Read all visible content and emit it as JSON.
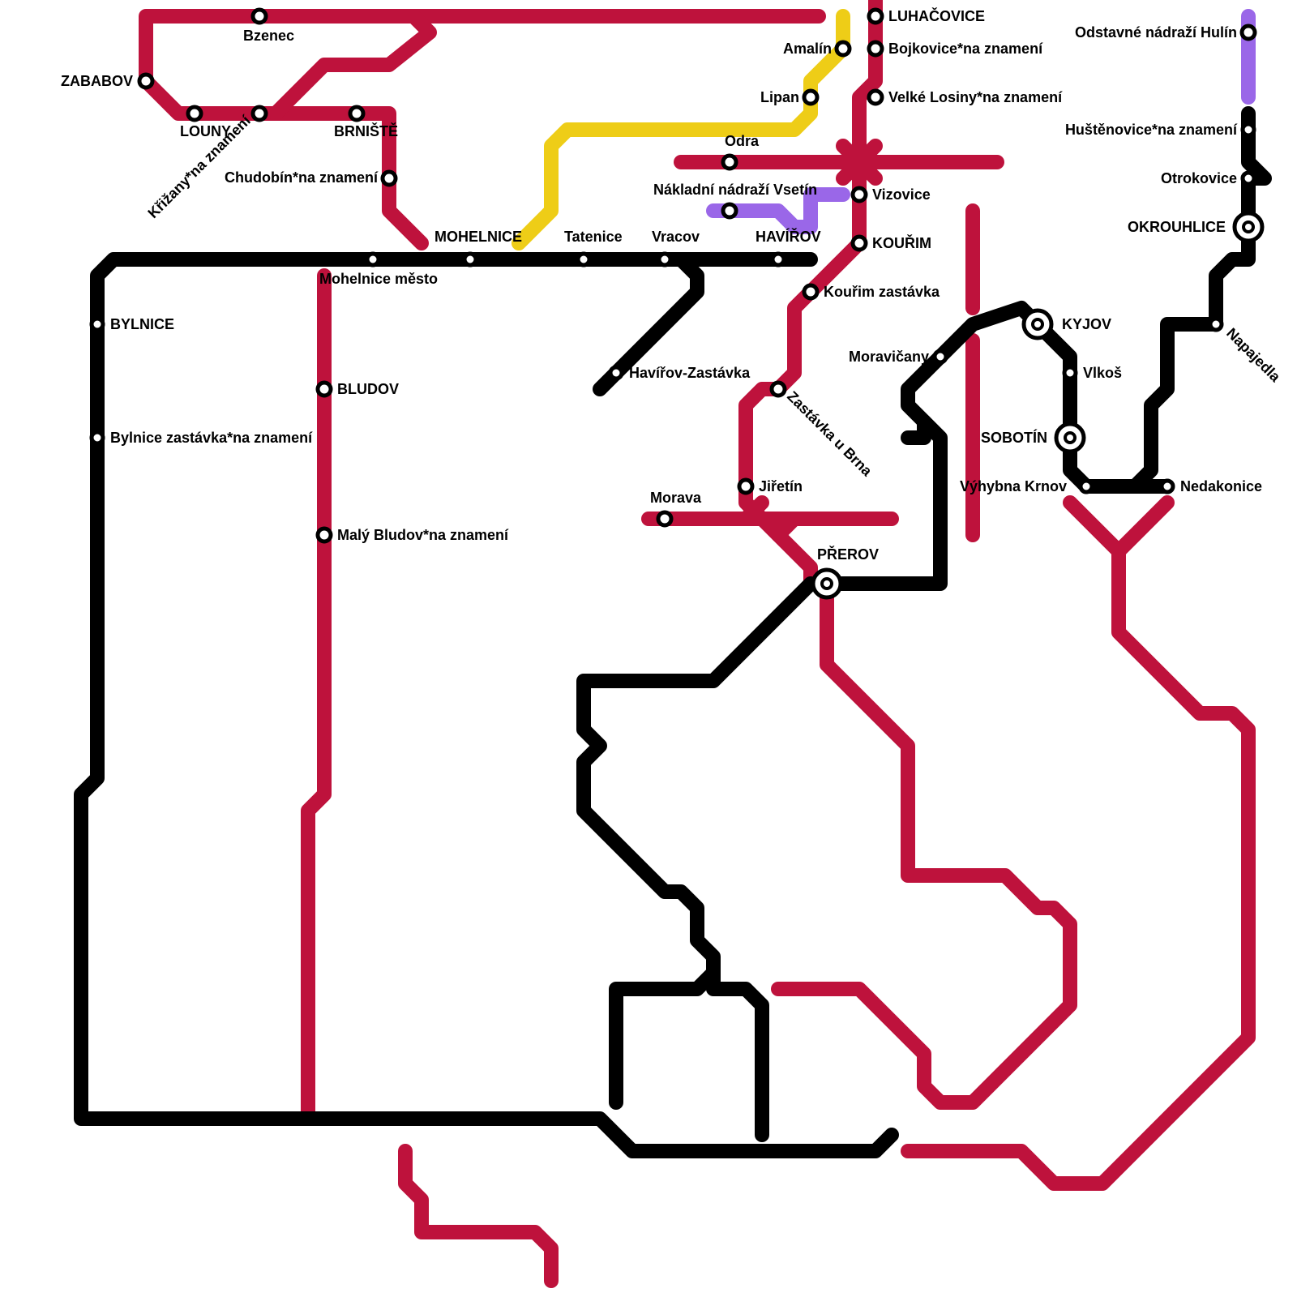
{
  "colors": {
    "red": "#be123c",
    "black": "#000000",
    "yellow": "#eecd17",
    "purple": "#9a67e8"
  },
  "lines": [
    {
      "name": "red",
      "color": "red"
    },
    {
      "name": "black",
      "color": "black"
    },
    {
      "name": "yellow",
      "color": "yellow"
    },
    {
      "name": "purple",
      "color": "purple"
    }
  ],
  "stations": [
    {
      "name": "Bzenec",
      "type": "station"
    },
    {
      "name": "ZABABOV",
      "type": "station"
    },
    {
      "name": "LOUNY",
      "type": "station"
    },
    {
      "name": "Křižany*na znamení",
      "type": "station"
    },
    {
      "name": "BRNIŠTĚ",
      "type": "station"
    },
    {
      "name": "Chudobín*na znamení",
      "type": "station"
    },
    {
      "name": "MOHELNICE",
      "type": "station"
    },
    {
      "name": "Mohelnice město",
      "type": "station"
    },
    {
      "name": "Tatenice",
      "type": "station"
    },
    {
      "name": "Vracov",
      "type": "station"
    },
    {
      "name": "HAVÍŘOV",
      "type": "station"
    },
    {
      "name": "Havířov-Zastávka",
      "type": "station"
    },
    {
      "name": "BYLNICE",
      "type": "station"
    },
    {
      "name": "Bylnice zastávka*na znamení",
      "type": "station"
    },
    {
      "name": "BLUDOV",
      "type": "station"
    },
    {
      "name": "Malý Bludov*na znamení",
      "type": "station"
    },
    {
      "name": "Amalín",
      "type": "station"
    },
    {
      "name": "Lipan",
      "type": "station"
    },
    {
      "name": "Odra",
      "type": "station"
    },
    {
      "name": "Nákladní nádraží Vsetín",
      "type": "station"
    },
    {
      "name": "LUHAČOVICE",
      "type": "station"
    },
    {
      "name": "Bojkovice*na znamení",
      "type": "station"
    },
    {
      "name": "Velké Losiny*na znamení",
      "type": "station"
    },
    {
      "name": "Vizovice",
      "type": "station"
    },
    {
      "name": "KOUŘIM",
      "type": "station"
    },
    {
      "name": "Kouřim zastávka",
      "type": "station"
    },
    {
      "name": "Zastávka u Brna",
      "type": "station"
    },
    {
      "name": "Jiřetín",
      "type": "station"
    },
    {
      "name": "Morava",
      "type": "station"
    },
    {
      "name": "PŘEROV",
      "type": "interchange"
    },
    {
      "name": "Moravičany",
      "type": "station"
    },
    {
      "name": "KYJOV",
      "type": "interchange"
    },
    {
      "name": "Vlkoš",
      "type": "station"
    },
    {
      "name": "SOBOTÍN",
      "type": "interchange"
    },
    {
      "name": "Výhybna Krnov",
      "type": "station"
    },
    {
      "name": "Nedakonice",
      "type": "station"
    },
    {
      "name": "Napajedla",
      "type": "station"
    },
    {
      "name": "OKROUHLICE",
      "type": "interchange"
    },
    {
      "name": "Otrokovice",
      "type": "station"
    },
    {
      "name": "Huštěnovice*na znamení",
      "type": "station"
    },
    {
      "name": "Odstavné nádraží Hulín",
      "type": "station"
    }
  ]
}
